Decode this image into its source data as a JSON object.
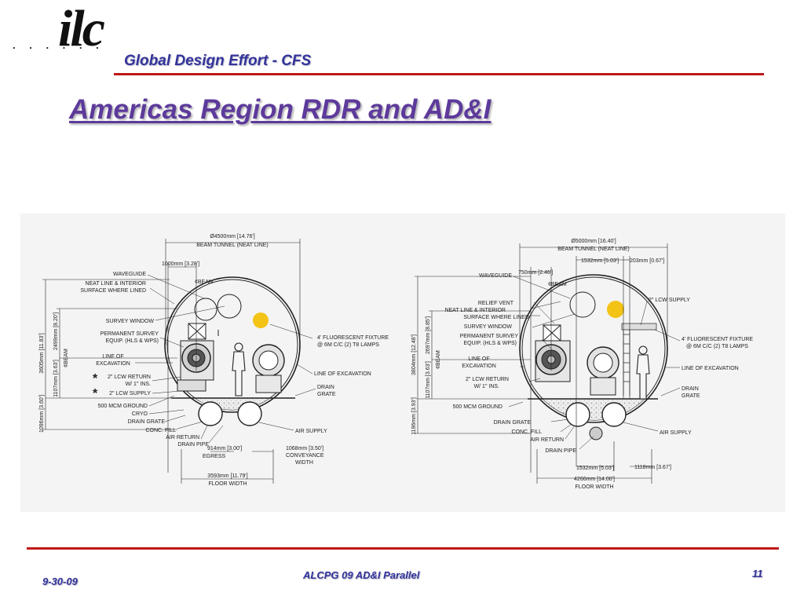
{
  "header": {
    "logo_text": "ilc",
    "logo_dots": ". . . . . .",
    "title": "Global Design Effort  - CFS"
  },
  "slide_title": "Americas Region RDR and  AD&I",
  "colors": {
    "title": "#5d3a9b",
    "header_text": "#33339a",
    "rule": "#c01818",
    "fixture": "#f3c316"
  },
  "left_section": {
    "dim_diameter": "Ø4500mm [14.76']",
    "beam_tunnel": "BEAM TUNNEL (NEAT LINE)",
    "dim_1000": "1000mm [3.28']",
    "beam_label": "¢BEAM",
    "waveguide": "WAVEGUIDE",
    "neat_line_1": "NEAT LINE & INTERIOR",
    "neat_line_2": "SURFACE WHERE LINED",
    "survey_window": "SURVEY WINDOW",
    "perm_survey_1": "PERMANENT SURVEY",
    "perm_survey_2": "EQUIP. (HLS & WPS)",
    "line_of_1": "LINE OF",
    "line_of_2": "EXCAVATION",
    "lcw_return_1": "2\" LCW RETURN",
    "lcw_return_2": "W/ 1\" INS.",
    "lcw_supply": "2\" LCW SUPPLY",
    "mcm_ground": "500 MCM GROUND",
    "cryo": "CRYO",
    "drain_grate": "DRAIN GRATE",
    "conc_fill": "CONC. FILL",
    "air_return": "AIR RETURN",
    "drain_pipe": "DRAIN PIPE",
    "fluor_1": "4' FLUORESCENT FIXTURE",
    "fluor_2": "@ 6M C/C (2) T8 LAMPS",
    "line_excavation": "LINE OF EXCAVATION",
    "drain_1": "DRAIN",
    "drain_2": "GRATE",
    "air_supply": "AIR SUPPLY",
    "dim_914": "914mm [3.00']",
    "egress": "EGRESS",
    "dim_1068": "1068mm [3.50']",
    "conveyance": "CONVEYANCE",
    "width": "WIDTH",
    "dim_3593": "3593mm [11.79']",
    "floor_width": "FLOOR WIDTH",
    "dim_3605": "3605mm [11.83']",
    "dim_2499": "2499mm [8.20']",
    "dim_1107": "1107mm [3.63']",
    "dim_1096": "1096mm [3.60']",
    "beam_vert": "¢BEAM",
    "asterisk": "*"
  },
  "right_section": {
    "dim_diameter": "Ø5000mm [16.40']",
    "beam_tunnel": "BEAM TUNNEL (NEAT LINE)",
    "dim_1532_top": "1532mm [5.03']",
    "dim_203": "203mm [0.67']",
    "dim_750": "750mm [2.46']",
    "beam_label": "¢BEAM",
    "waveguide": "WAVEGUIDE",
    "lcw_supply": "2\" LCW SUPPLY",
    "relief_vent": "RELIEF VENT",
    "neat_line_1": "NEAT LINE & INTERIOR",
    "neat_line_2": "SURFACE WHERE LINED",
    "survey_window": "SURVEY WINDOW",
    "perm_survey_1": "PERMANENT SURVEY",
    "perm_survey_2": "EQUIP. (HLS & WPS)",
    "line_of_1": "LINE OF",
    "line_of_2": "EXCAVATION",
    "lcw_return_1": "2\" LCW RETURN",
    "lcw_return_2": "W/ 1\" INS.",
    "mcm_ground": "500 MCM GROUND",
    "fluor_1": "4' FLUORESCENT FIXTURE",
    "fluor_2": "@ 6M C/C (2) T8 LAMPS",
    "line_excavation": "LINE OF EXCAVATION",
    "drain_1": "DRAIN",
    "drain_2": "GRATE",
    "drain_grate": "DRAIN GRATE",
    "conc_fill": "CONC. FILL",
    "air_return": "AIR RETURN",
    "air_supply": "AIR SUPPLY",
    "drain_pipe": "DRAIN PIPE",
    "dim_1532_bot": "1532mm [5.03']",
    "dim_1118": "1118mm [3.67']",
    "dim_4266": "4266mm [14.00']",
    "floor_width": "FLOOR WIDTH",
    "dim_3804": "3804mm [12.48']",
    "dim_2697": "2697mm [8.85']",
    "dim_1107": "1107mm [3.63']",
    "dim_1196": "1196mm [3.93']",
    "beam_vert": "¢BEAM"
  },
  "footer": {
    "date": "9-30-09",
    "center": "ALCPG 09 AD&I Parallel",
    "page": "11"
  }
}
